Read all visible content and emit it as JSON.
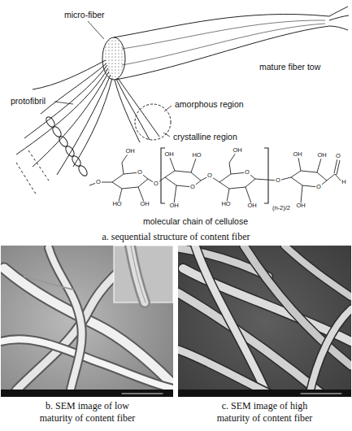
{
  "diagram": {
    "labels": [
      "micro-fiber",
      "mature fiber tow",
      "amorphous region",
      "crystalline region",
      "protofibril",
      "O",
      "OH",
      "O",
      "HO",
      "OH",
      "O",
      "OH",
      "HO",
      "O",
      "OH",
      "O",
      "OH",
      "O",
      "HO",
      "OH",
      "O",
      "(n-2)/2",
      "OH",
      "OH",
      "O",
      "OH",
      "O",
      "H",
      "molecular chain of cellulose",
      "a. sequential structure of content fiber",
      "b. SEM image of low maturity of content fiber",
      "c. SEM image of high maturity of content fiber"
    ]
  }
}
